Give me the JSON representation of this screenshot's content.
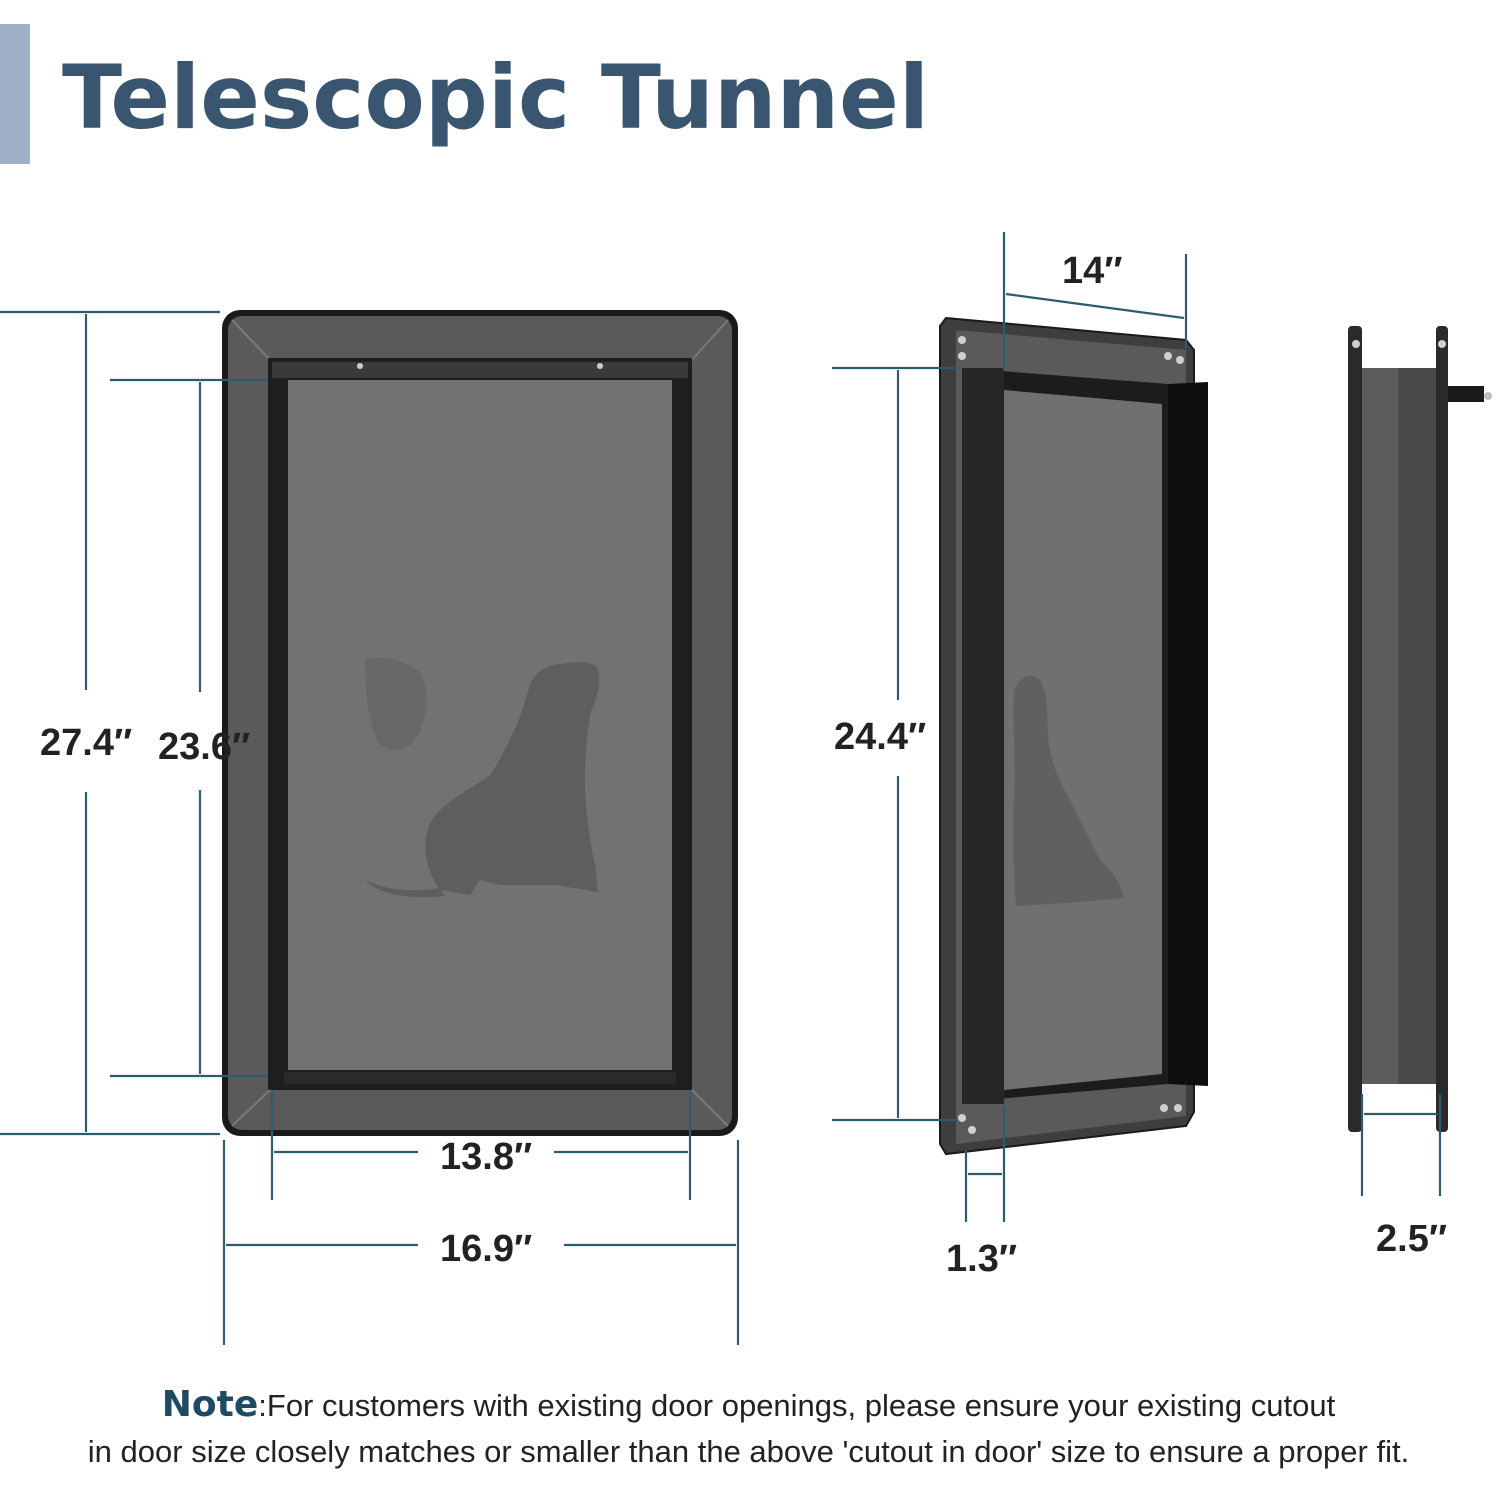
{
  "title": "Telescopic Tunnel",
  "colors": {
    "title": "#3a5570",
    "accent_bar": "#9fb0c6",
    "dimension_lines": "#2d5c6c",
    "frame": "#3c3c3c",
    "flap": "#6e6e6e",
    "note_label": "#1f4a63"
  },
  "dimensions": {
    "front_outer_height": "27.4″",
    "front_inner_height": "23.6″",
    "front_inner_width": "13.8″",
    "front_outer_width": "16.9″",
    "tunnel_height": "24.4″",
    "tunnel_width": "14″",
    "tunnel_frame_depth": "1.3″",
    "side_depth": "2.5″"
  },
  "views": {
    "front_icon": "dog-silhouette-icon",
    "angled_icon": "dog-silhouette-icon"
  },
  "note": {
    "label": "Note",
    "line1": ":For customers with existing door openings, please ensure your existing cutout",
    "line2": "in door size closely matches or smaller than the above 'cutout in door' size to ensure a proper fit."
  }
}
